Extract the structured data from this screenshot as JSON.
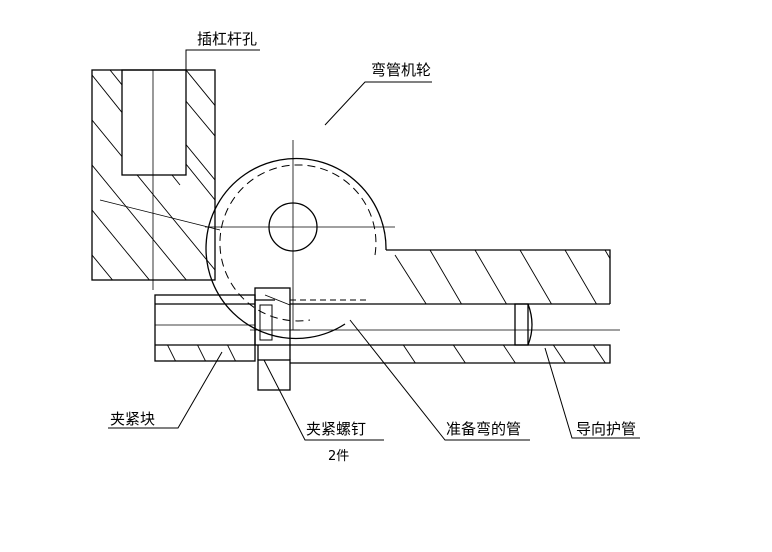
{
  "labels": {
    "rod_hole": "插杠杆孔",
    "bending_wheel": "弯管机轮",
    "clamp_block": "夹紧块",
    "clamp_screw": "夹紧螺钉",
    "clamp_screw_qty": "2件",
    "pipe_to_bend": "准备弯的管",
    "guide_pipe": "导向护管"
  },
  "colors": {
    "line": "#000000",
    "background": "#ffffff"
  }
}
